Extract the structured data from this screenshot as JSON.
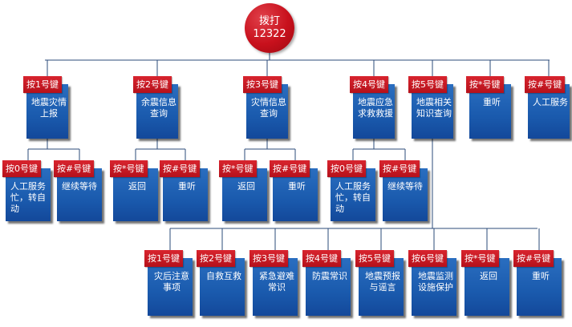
{
  "root": {
    "label_line1": "拨打",
    "label_line2": "12322"
  },
  "level1": [
    {
      "key": "按1号键",
      "label": "地震灾情\n上报"
    },
    {
      "key": "按2号键",
      "label": "余震信息\n查询"
    },
    {
      "key": "按3号键",
      "label": "灾情信息\n查询"
    },
    {
      "key": "按4号键",
      "label": "地震应急\n求救救援"
    },
    {
      "key": "按5号键",
      "label": "地震相关\n知识查询"
    },
    {
      "key": "按*号键",
      "label": "重听"
    },
    {
      "key": "按#号键",
      "label": "人工服务"
    }
  ],
  "level2": {
    "under_1": [
      {
        "key": "按0号键",
        "label": "人工服务\n忙，转自\n动"
      },
      {
        "key": "按#号键",
        "label": "继续等待"
      }
    ],
    "under_2": [
      {
        "key": "按*号键",
        "label": "返回"
      },
      {
        "key": "按#号键",
        "label": "重听"
      }
    ],
    "under_3": [
      {
        "key": "按*号键",
        "label": "返回"
      },
      {
        "key": "按#号键",
        "label": "重听"
      }
    ],
    "under_4": [
      {
        "key": "按0号键",
        "label": "人工服务\n忙，转自\n动"
      },
      {
        "key": "按#号键",
        "label": "继续等待"
      }
    ],
    "under_5": [
      {
        "key": "按1号键",
        "label": "灾后注意\n事项"
      },
      {
        "key": "按2号键",
        "label": "自救互救"
      },
      {
        "key": "按3号键",
        "label": "紧急避难\n常识"
      },
      {
        "key": "按4号键",
        "label": "防震常识"
      },
      {
        "key": "按5号键",
        "label": "地震预报\n与谣言"
      },
      {
        "key": "按6号键",
        "label": "地震监测\n设施保护"
      },
      {
        "key": "按*号键",
        "label": "返回"
      },
      {
        "key": "按#号键",
        "label": "重听"
      }
    ]
  },
  "colors": {
    "box_blue": "#1a5aad",
    "tag_red": "#c8101c",
    "line": "#2b4b7a"
  }
}
